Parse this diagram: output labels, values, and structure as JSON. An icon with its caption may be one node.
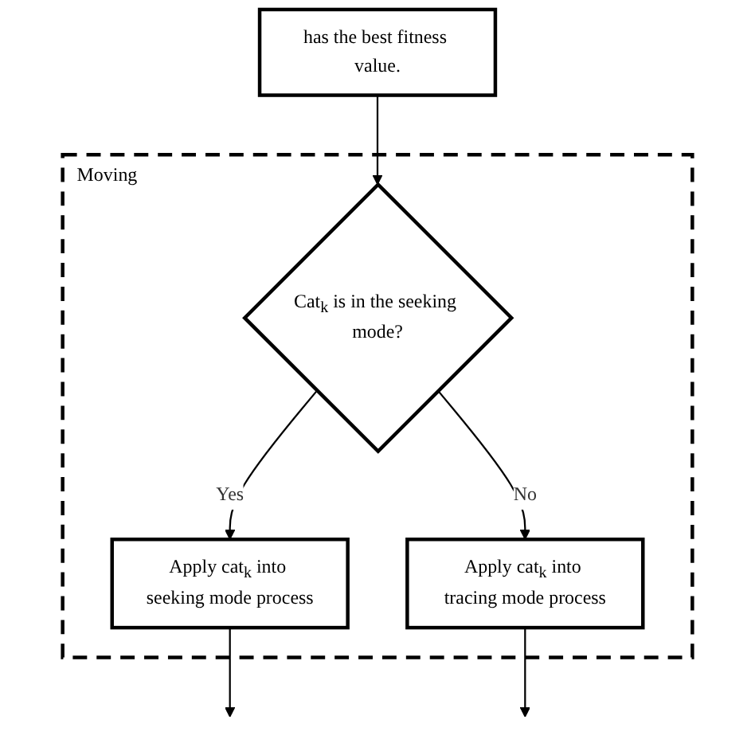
{
  "diagram": {
    "nodes": [
      {
        "text": [
          "has the best fitness value."
        ]
      },
      {
        "text": [
          "Moving"
        ]
      },
      {
        "text": [
          "Cat$_{k}$ is in the seeking mode?"
        ],
        "in": 1
      },
      {
        "text": [
          "Apply cat$_{k}$ into seeking mode process"
        ],
        "in": 1
      },
      {
        "text": [
          "Apply cat$_{k}$ into tracing mode process"
        ],
        "in": 1
      }
    ],
    "edges": [
      {
        "from": 0,
        "to": 2,
        "arrow": "to"
      },
      {
        "from": 2,
        "to": 3,
        "label": "Yes",
        "arrow": "to"
      },
      {
        "from": 2,
        "to": 4,
        "label": "No",
        "arrow": "to"
      },
      {
        "from": 3,
        "to": null,
        "arrow": "to"
      },
      {
        "from": 4,
        "to": null,
        "arrow": "to"
      }
    ]
  }
}
